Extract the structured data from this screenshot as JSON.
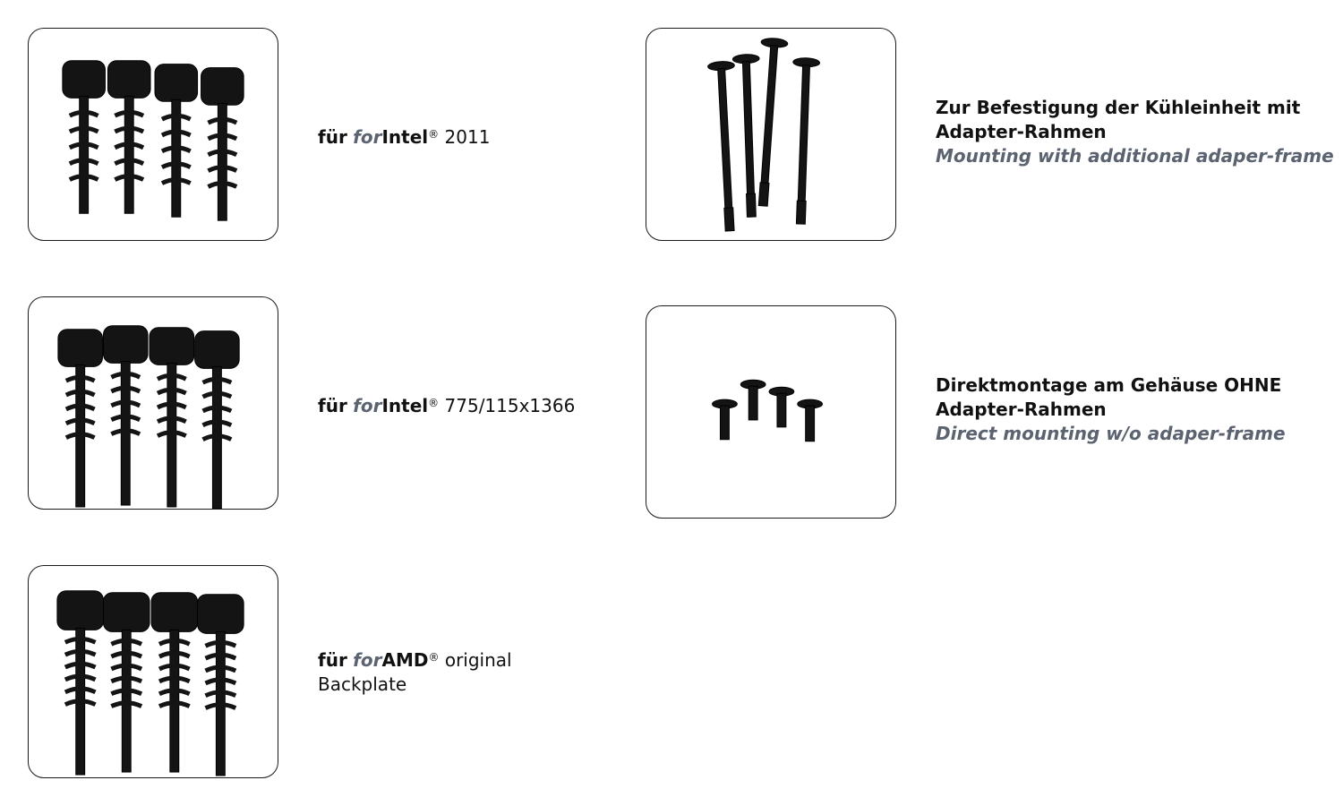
{
  "items": [
    {
      "image": "spring-screw-4pcs-intel-2011",
      "label_fuer": "für",
      "label_for": "for",
      "label_brand": "Intel",
      "label_reg": "®",
      "label_rest": " 2011"
    },
    {
      "image": "spring-screw-4pcs-intel-775",
      "label_fuer": "für",
      "label_for": "for",
      "label_brand": "Intel",
      "label_reg": "®",
      "label_rest": " 775/115x1366"
    },
    {
      "image": "spring-screw-4pcs-amd",
      "label_fuer": "für",
      "label_for": "for",
      "label_brand": "AMD",
      "label_reg": "®",
      "label_rest": " original",
      "label_rest2": "Backplate"
    }
  ],
  "mounting": [
    {
      "image": "long-screws-4pcs",
      "de_line1": "Zur Befestigung der Kühleinheit mit",
      "de_line2": "Adapter-Rahmen",
      "en": "Mounting with additional adaper-frame"
    },
    {
      "image": "short-screws-4pcs",
      "de_line1": "Direktmontage am Gehäuse OHNE",
      "de_line2": "Adapter-Rahmen",
      "en": "Direct mounting w/o adaper-frame"
    }
  ],
  "colors": {
    "border": "#1a1a1a",
    "accent_gray": "#5b6370",
    "screw": "#141414"
  }
}
